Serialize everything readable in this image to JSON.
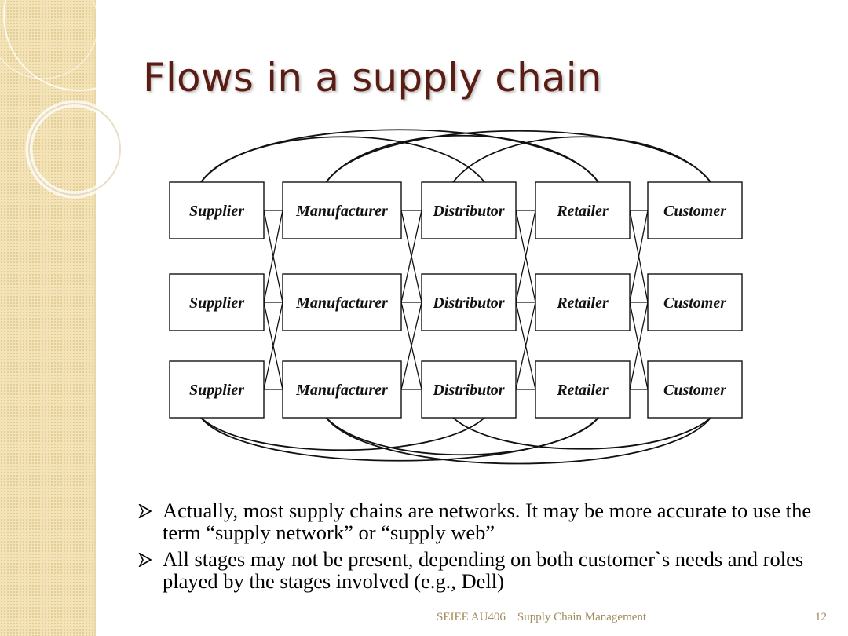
{
  "slide": {
    "title": "Flows in a supply chain",
    "footer": {
      "course": "SEIEE AU406    Supply Chain Management",
      "page": "12"
    }
  },
  "diagram": {
    "stages": [
      "Supplier",
      "Manufacturer",
      "Distributor",
      "Retailer",
      "Customer"
    ],
    "rows": 3
  },
  "bullets": [
    "Actually, most supply chains are networks. It may be more accurate to use the term “supply network” or  “supply web”",
    "All stages may not be present, depending on both customer`s needs and roles played by the stages involved (e.g., Dell)"
  ],
  "colors": {
    "title": "#5a1d14",
    "band": "#f3e3b6",
    "footer": "#a08a5a"
  }
}
